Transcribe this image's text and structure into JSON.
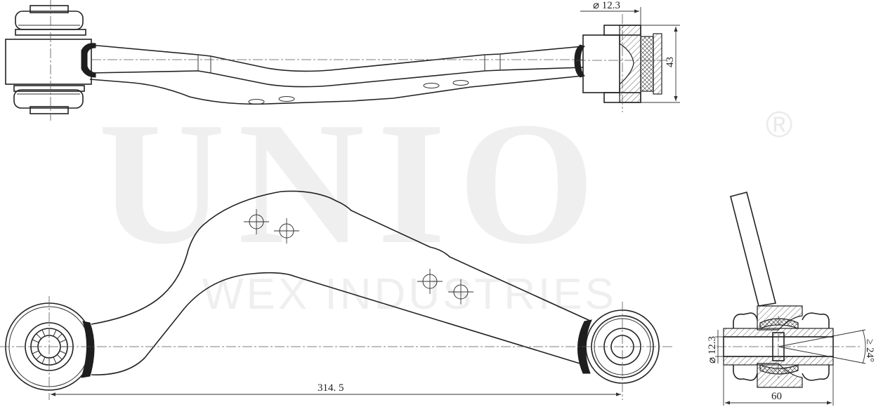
{
  "watermark": {
    "brand": "UNIO",
    "registered_mark": "®",
    "subtitle": "WEX INDUSTRIES"
  },
  "drawing": {
    "subject": "rear suspension control arm with bushings",
    "views": {
      "top_view": {
        "dimensions": {
          "bore_diameter": "⌀ 12.3",
          "bushing_height": "43"
        }
      },
      "side_view": {
        "dimensions": {
          "center_distance": "314. 5"
        }
      },
      "section_view": {
        "dimensions": {
          "bore_diameter": "⌀ 12.3",
          "width": "60",
          "swivel_angle": "≥ 24°"
        }
      }
    }
  }
}
